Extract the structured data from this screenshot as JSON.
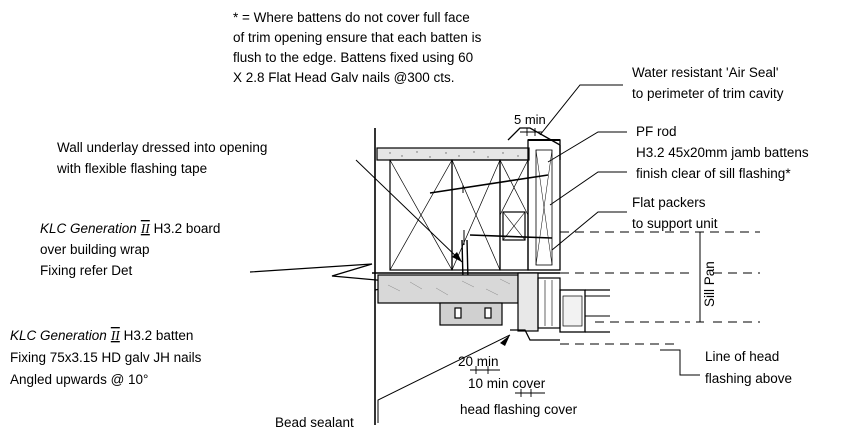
{
  "notes": {
    "battens_note": [
      "* = Where battens do not cover full face",
      "of trim opening ensure that each batten is",
      "flush to the edge. Battens fixed using 60",
      "X 2.8 Flat Head Galv nails @300 cts."
    ],
    "air_seal": [
      "Water resistant 'Air Seal'",
      "to perimeter of trim cavity"
    ],
    "five_min": "5 min",
    "pf_rod": "PF rod",
    "jamb_battens": [
      "H3.2 45x20mm jamb battens",
      "finish clear of sill flashing*"
    ],
    "wall_underlay": [
      "Wall underlay dressed into opening",
      "with flexible flashing tape"
    ],
    "flat_packers": [
      "Flat packers",
      "to support unit"
    ],
    "klc_board": {
      "line1_italic": "KLC Generation",
      "numeral": "II",
      "line1_rest": " H3.2 board",
      "line2": "over building wrap",
      "line3": "Fixing refer Det"
    },
    "sill_pan": "Sill Pan",
    "klc_batten": {
      "line1_italic": "KLC Generation",
      "numeral": "II",
      "line1_rest": " H3.2 batten",
      "line2": "Fixing 75x3.15 HD galv JH nails",
      "line3": "Angled upwards @ 10°"
    },
    "twenty_min": "20 min",
    "ten_min_cover": "10 min cover",
    "head_flashing_cover": "head flashing cover",
    "line_of_head": [
      "Line of head",
      "flashing above"
    ],
    "bead_sealant": "Bead sealant"
  }
}
